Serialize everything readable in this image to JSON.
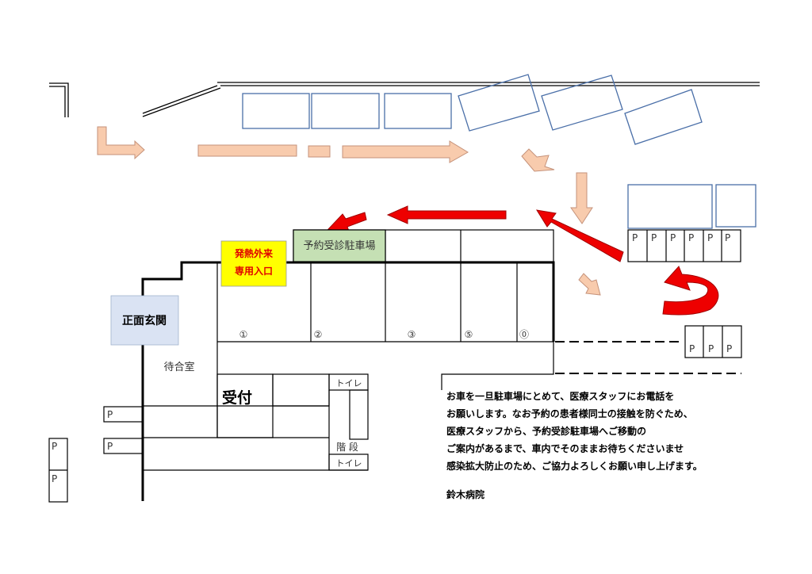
{
  "labels": {
    "reserved_parking": "予約受診駐車場",
    "fever_line1": "発熱外来",
    "fever_line2": "専用入口",
    "main_entrance": "正面玄関",
    "waiting_room": "待合室",
    "reception": "受付",
    "toilet": "トイレ",
    "stairs": "階 段"
  },
  "spots": [
    "①",
    "②",
    "③",
    "⑤",
    "⓪"
  ],
  "parking_mark": "P",
  "notice": {
    "lines": [
      "お車を一旦駐車場にとめて、医療スタッフにお電話を",
      "お願いします。なお予約の患者様同士の接触を防ぐため、",
      "医療スタッフから、予約受診駐車場へご移動の",
      "ご案内があるまで、車内でそのままお待ちくださいませ",
      "感染拡大防止のため、ご協力よろしくお願い申し上げます。"
    ],
    "signature": "鈴木病院"
  },
  "colors": {
    "route_arrow_fill": "#f8cbad",
    "route_arrow_stroke": "#c5927a",
    "red_arrow": "#ee0000",
    "parking_outline": "#4a6fa8",
    "reserved_fill": "#c5e0b4",
    "fever_fill": "#ffff00",
    "fever_text": "#e00000",
    "entrance_fill": "#dae3f3"
  }
}
